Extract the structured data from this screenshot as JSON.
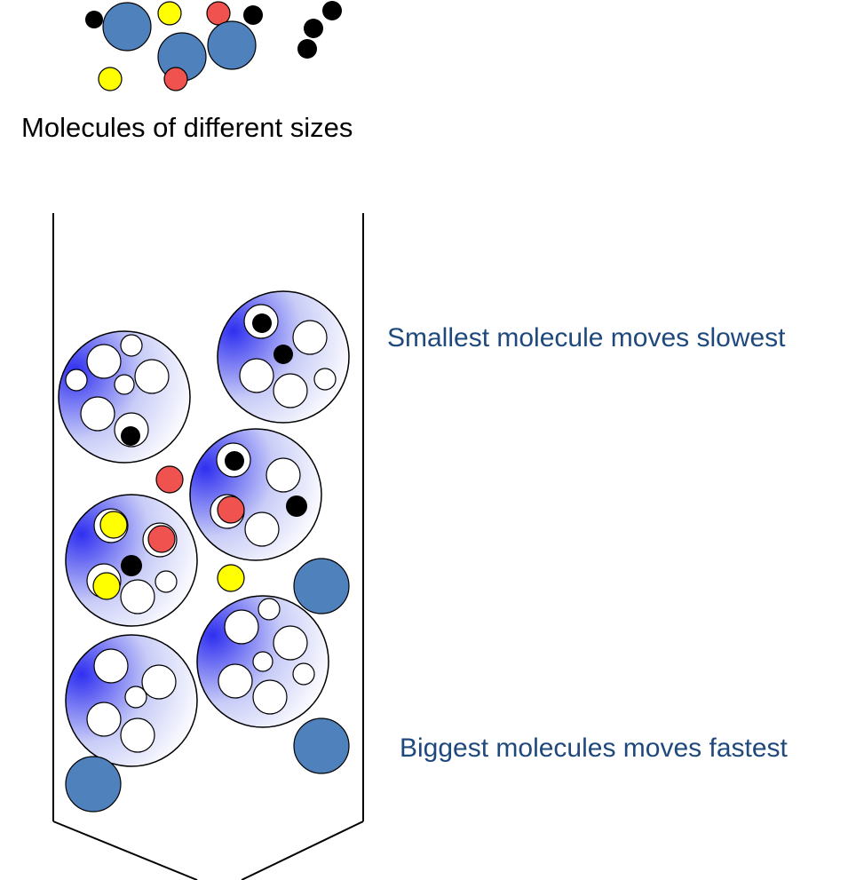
{
  "labels": {
    "mixture": "Molecules of different sizes",
    "smallest": "Smallest molecule moves slowest",
    "biggest": "Biggest molecules moves fastest"
  },
  "colors": {
    "large_molecule": "#4f81bd",
    "medium_molecule": "#f0524f",
    "small_molecule": "#ffff00",
    "smallest_molecule": "#000000",
    "bead_gradient_inner": "#3333ee",
    "bead_gradient_outer": "#ffffff",
    "caption_blue": "#1f497d",
    "outline": "#000000"
  }
}
